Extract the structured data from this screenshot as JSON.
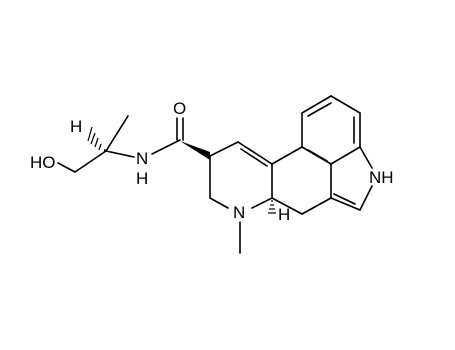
{
  "labels": {
    "ho": "HO",
    "nh_amide_n": "N",
    "nh_amide_h": "H",
    "carbonyl_o": "O",
    "indole_nh": "NH",
    "n_methyl": "N",
    "h_stereo_left": "H",
    "h_stereo_right": "H"
  }
}
